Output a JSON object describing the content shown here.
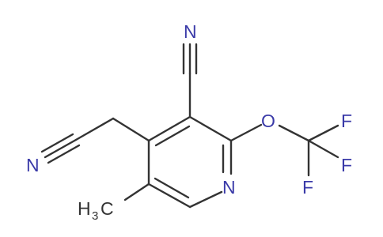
{
  "molecule": {
    "atom_labels": {
      "n_nitrile_top": "N",
      "n_nitrile_left": "N",
      "n_ring": "N",
      "o": "O",
      "f_top": "F",
      "f_right": "F",
      "f_bottom": "F",
      "methyl_h": "H",
      "methyl_sub": "3",
      "methyl_c": "C"
    },
    "colors": {
      "bond": "#333333",
      "heteroatom": "#3a3aa8",
      "carbon_label": "#333333"
    }
  }
}
